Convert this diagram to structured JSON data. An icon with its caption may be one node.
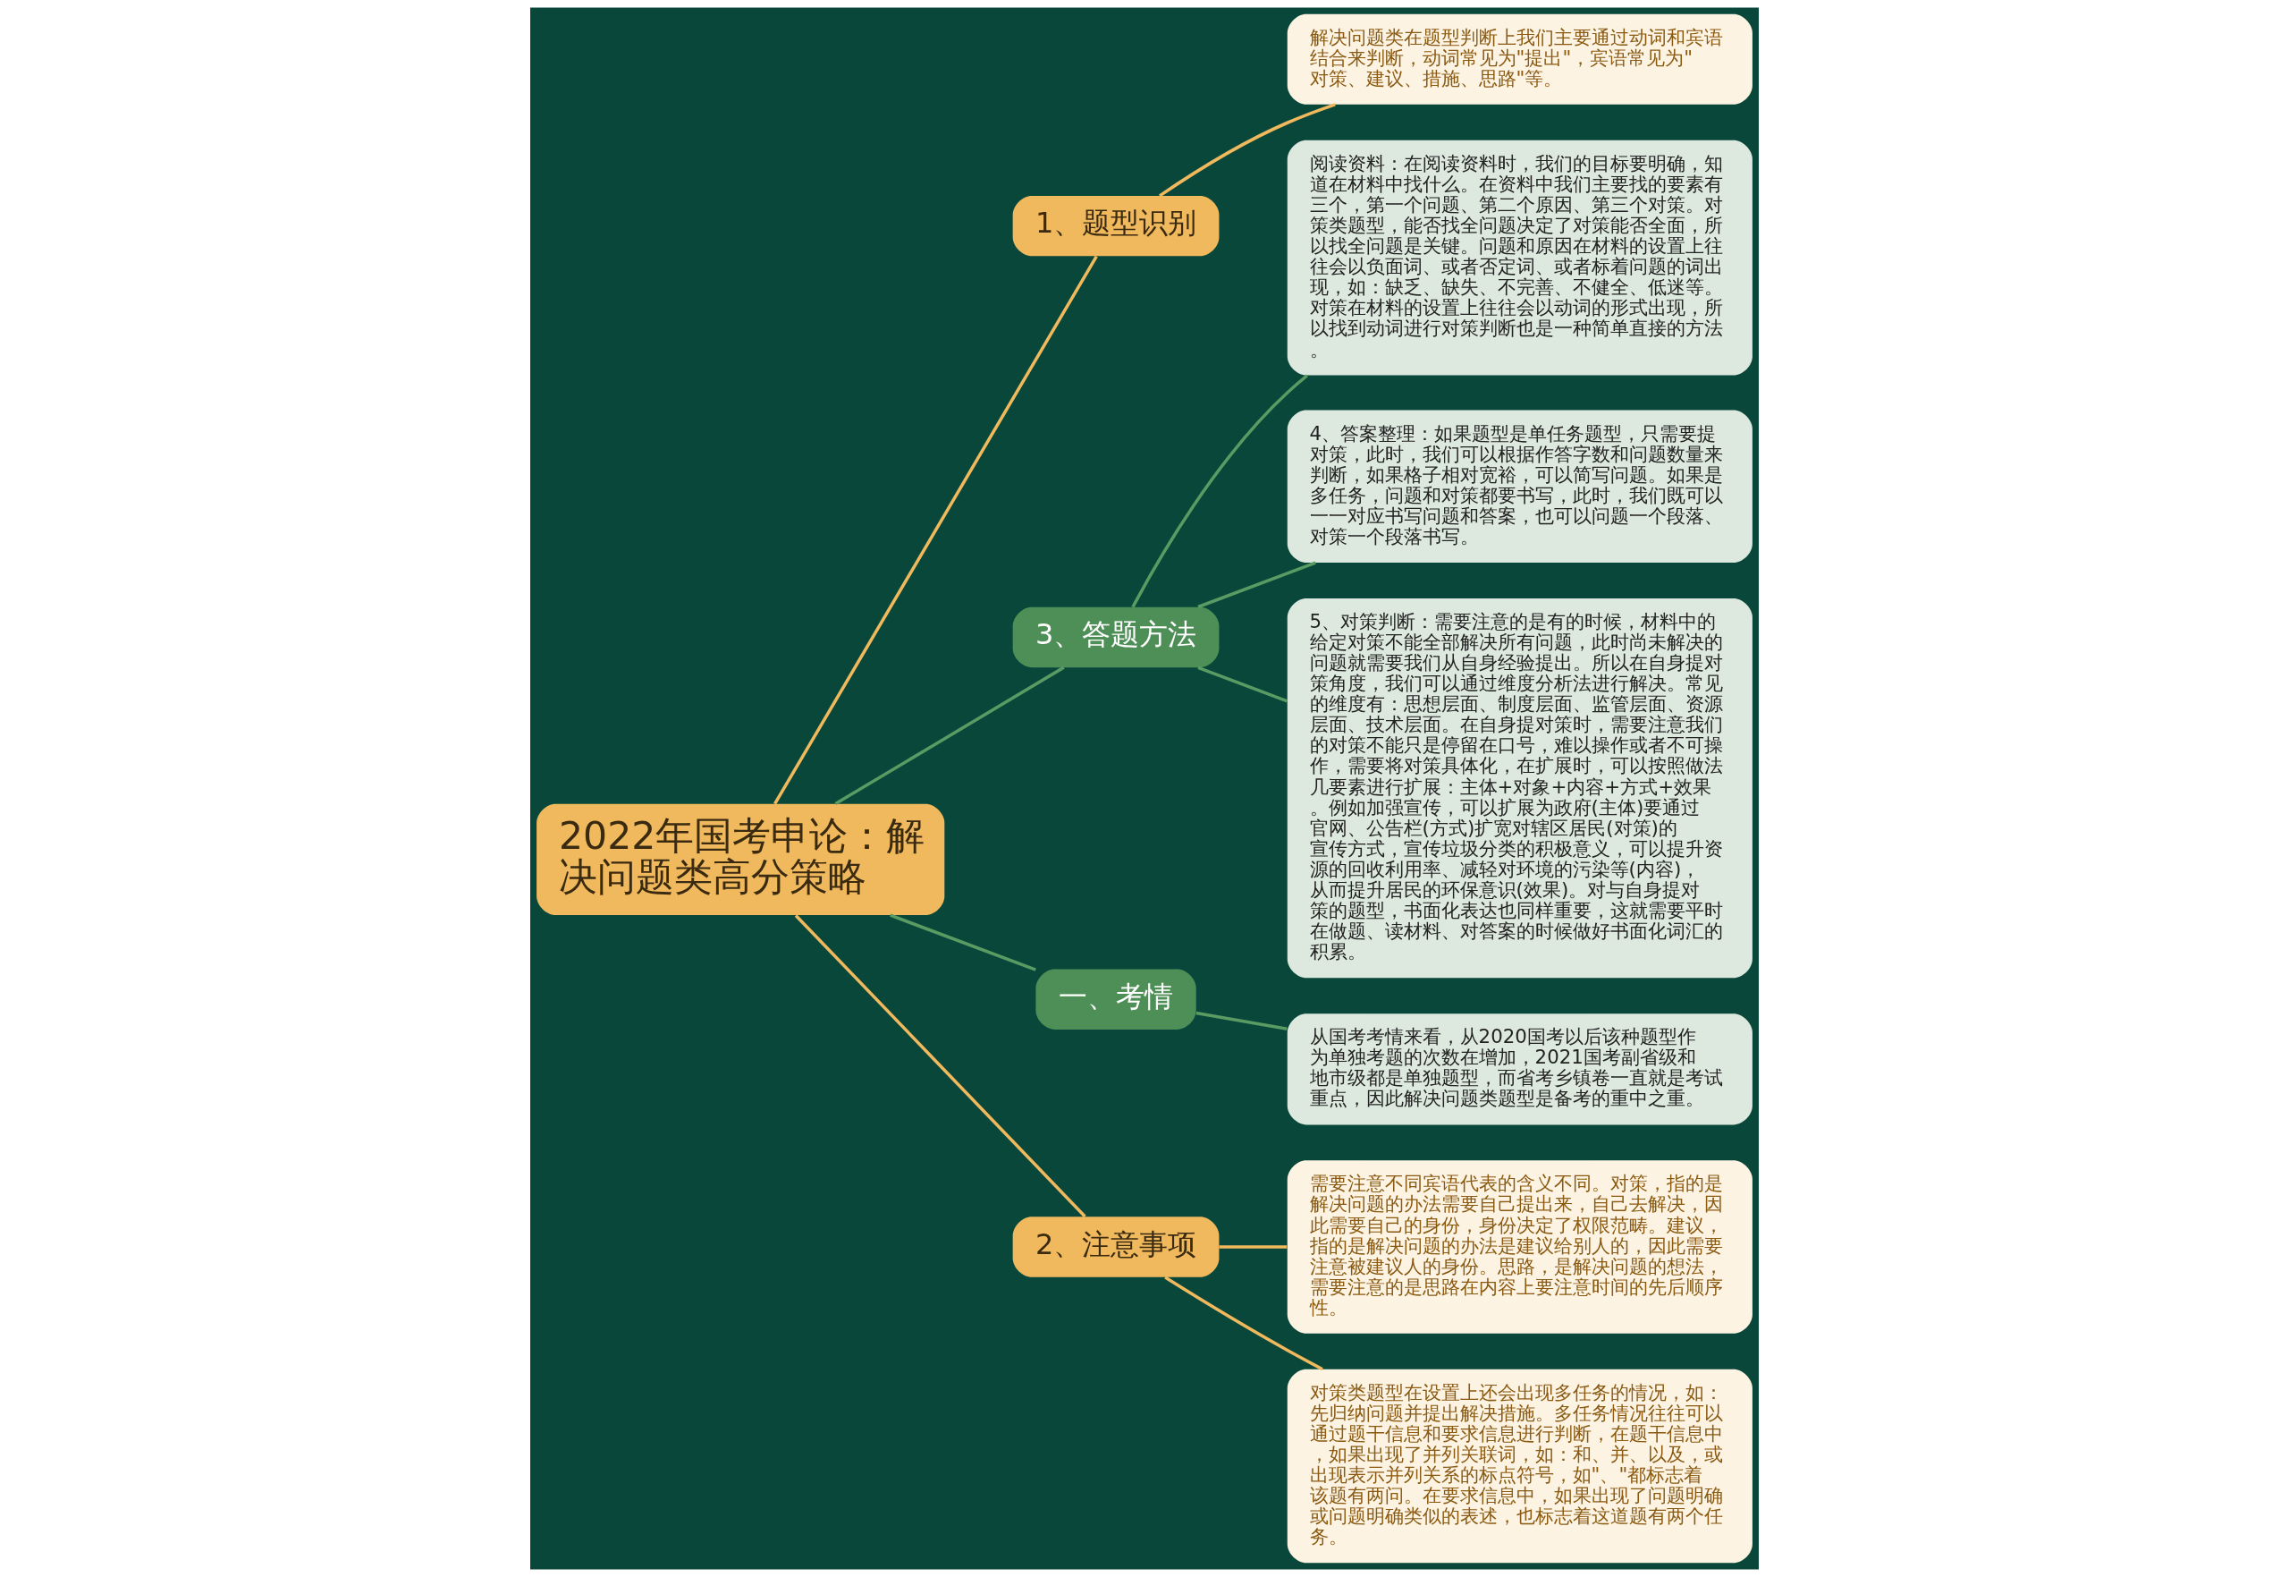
{
  "diagram": {
    "nodes": [
      {
        "text": [
          "2022年国考申论：解决问题类高分策略"
        ]
      },
      {
        "text": [
          "1、题型识别"
        ]
      },
      {
        "text": [
          "解决问题类在题型判断上我们主要通过动词和宾语结合来判断，动词常见为\"提出\"，宾语常见为\"对策、建议、措施、思路\"等。"
        ]
      },
      {
        "text": [
          "3、答题方法"
        ]
      },
      {
        "text": [
          "阅读资料：在阅读资料时，我们的目标要明确，知道在材料中找什么。在资料中我们主要找的要素有三个，第一个问题、第二个原因、第三个对策。对策类题型，能否找全问题决定了对策能否全面，所以找全问题是关键。问题和原因在材料的设置上往往会以负面词、或者否定词、或者标着问题的词出现，如：缺乏、缺失、不完善、不健全、低迷等。对策在材料的设置上往往会以动词的形式出现，所以找到动词进行对策判断也是一种简单直接的方法。"
        ]
      },
      {
        "text": [
          "4、答案整理：如果题型是单任务题型，只需要提对策，此时，我们可以根据作答字数和问题数量来判断，如果格子相对宽裕，可以简写问题。如果是多任务，问题和对策都要书写，此时，我们既可以一一对应书写问题和答案，也可以问题一个段落、对策一个段落书写。"
        ]
      },
      {
        "text": [
          "5、对策判断：需要注意的是有的时候，材料中的给定对策不能全部解决所有问题，此时尚未解决的问题就需要我们从自身经验提出。所以在自身提对策角度，我们可以通过维度分析法进行解决。常见的维度有：思想层面、制度层面、监管层面、资源层面、技术层面。在自身提对策时，需要注意我们的对策不能只是停留在口号，难以操作或者不可操作，需要将对策具体化，在扩展时，可以按照做法几要素进行扩展：主体+对象+内容+方式+效果。例如加强宣传，可以扩展为政府(主体)要通过官网、公告栏(方式)扩宽对辖区居民(对策)的宣传方式，宣传垃圾分类的积极意义，可以提升资源的回收利用率、减轻对环境的污染等(内容)，从而提升居民的环保意识(效果)。对与自身提对策的题型，书面化表达也同样重要，这就需要平时在做题、读材料、对答案的时候做好书面化词汇的积累。"
        ]
      },
      {
        "text": [
          "一、考情"
        ]
      },
      {
        "text": [
          "从国考考情来看，从2020国考以后该种题型作为单独考题的次数在增加，2021国考副省级和地市级都是单独题型，而省考乡镇卷一直就是考试重点，因此解决问题类题型是备考的重中之重。"
        ]
      },
      {
        "text": [
          "2、注意事项"
        ]
      },
      {
        "text": [
          "需要注意不同宾语代表的含义不同。对策，指的是解决问题的办法需要自己提出来，自己去解决，因此需要自己的身份，身份决定了权限范畴。建议，指的是解决问题的办法是建议给别人的，因此需要注意被建议人的身份。思路，是解决问题的想法，需要注意的是思路在内容上要注意时间的先后顺序性。"
        ]
      },
      {
        "text": [
          "对策类题型在设置上还会出现多任务的情况，如：先归纳问题并提出解决措施。多任务情况往往可以通过题干信息和要求信息进行判断，在题干信息中，如果出现了并列关联词，如：和、并、以及，或出现表示并列关系的标点符号，如\"、\"都标志着该题有两问。在要求信息中，如果出现了问题明确或问题明确类似的表述，也标志着这道题有两个任务。"
        ]
      }
    ],
    "edges": [
      {
        "from": 0,
        "to": 1,
        "arrow": "none",
        "color": "#f0b95e"
      },
      {
        "from": 1,
        "to": 2,
        "arrow": "none",
        "color": "#f0b95e"
      },
      {
        "from": 0,
        "to": 3,
        "arrow": "none",
        "color": "#5a9a63"
      },
      {
        "from": 3,
        "to": 4,
        "arrow": "none",
        "color": "#5a9a63"
      },
      {
        "from": 3,
        "to": 5,
        "arrow": "none",
        "color": "#5a9a63"
      },
      {
        "from": 3,
        "to": 6,
        "arrow": "none",
        "color": "#5a9a63"
      },
      {
        "from": 0,
        "to": 7,
        "arrow": "none",
        "color": "#5a9a63"
      },
      {
        "from": 7,
        "to": 8,
        "arrow": "none",
        "color": "#5a9a63"
      },
      {
        "from": 0,
        "to": 9,
        "arrow": "none",
        "color": "#f0b95e"
      },
      {
        "from": 9,
        "to": 10,
        "arrow": "none",
        "color": "#f0b95e"
      },
      {
        "from": 9,
        "to": 11,
        "arrow": "none",
        "color": "#f0b95e"
      }
    ]
  }
}
